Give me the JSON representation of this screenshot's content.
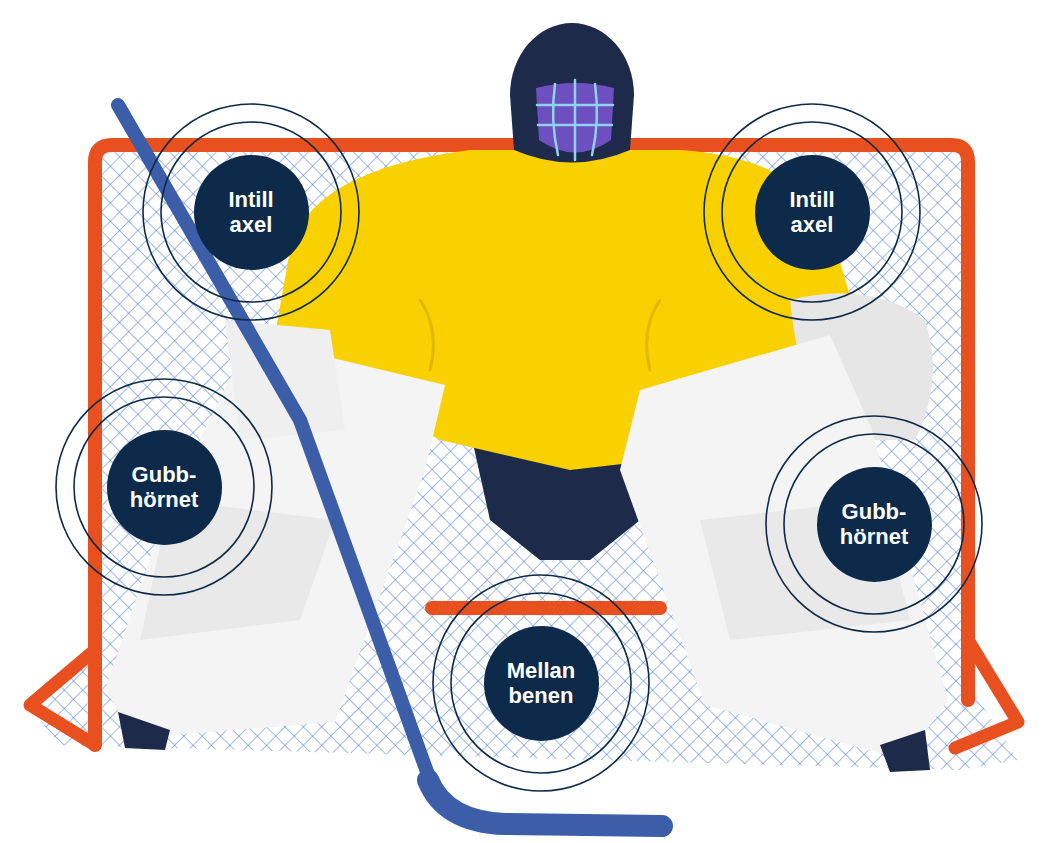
{
  "diagram": {
    "nodes": [
      {
        "text": [
          "Intill axel"
        ]
      },
      {
        "text": [
          "Intill axel"
        ]
      },
      {
        "text": [
          "Gubb- hörnet"
        ]
      },
      {
        "text": [
          "Gubb- hörnet"
        ]
      },
      {
        "text": [
          "Mellan benen"
        ]
      }
    ]
  }
}
